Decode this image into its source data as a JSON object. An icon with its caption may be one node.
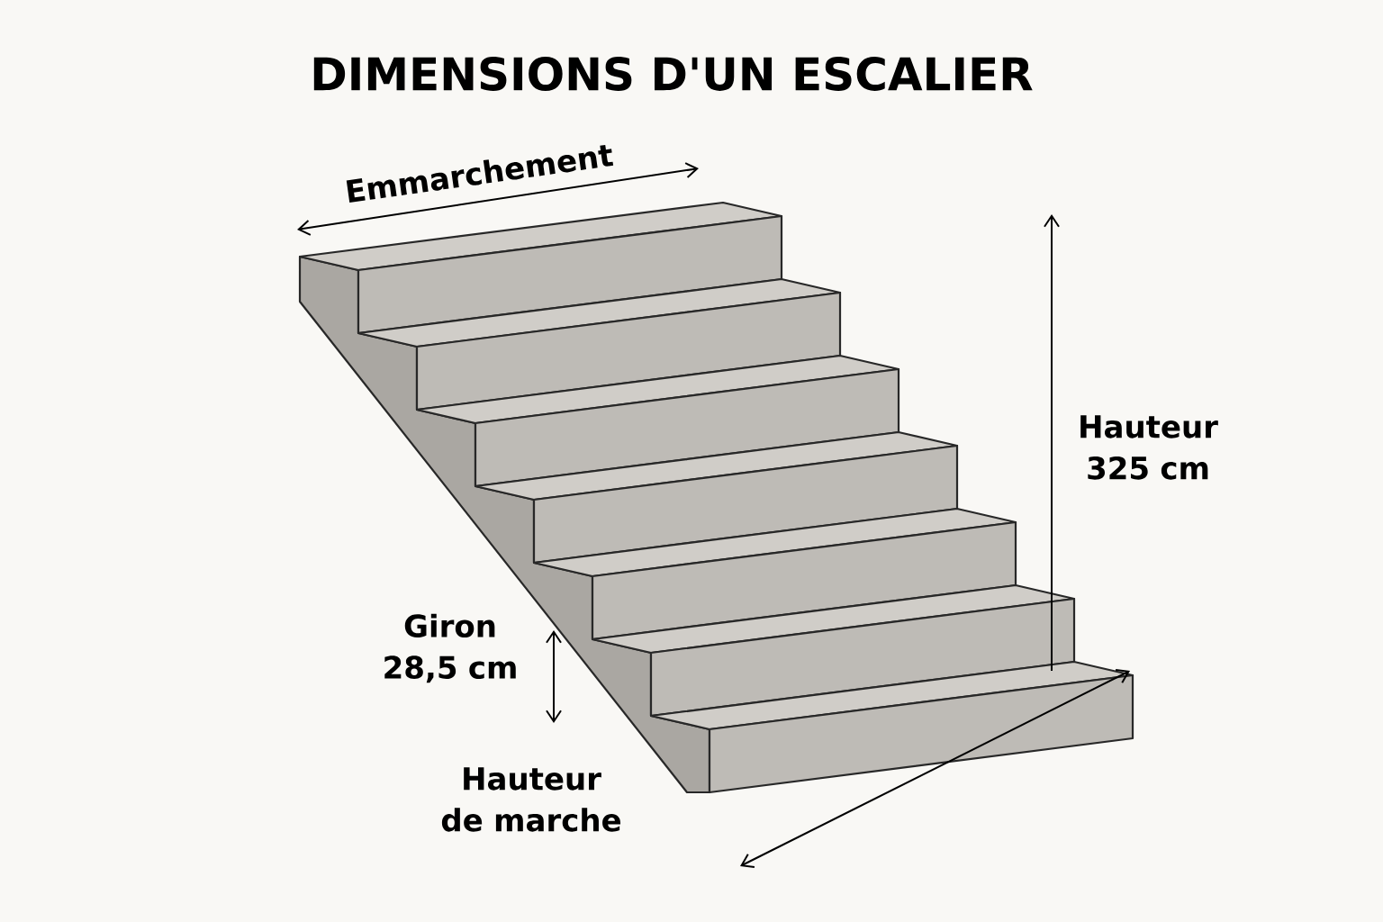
{
  "diagram": {
    "title": "DIMENSIONS D'UN ESCALIER",
    "labels": [
      "Emmarchement",
      "Hauteur 325 cm",
      "Giron 28,5 cm",
      "Hauteur de marche"
    ]
  }
}
